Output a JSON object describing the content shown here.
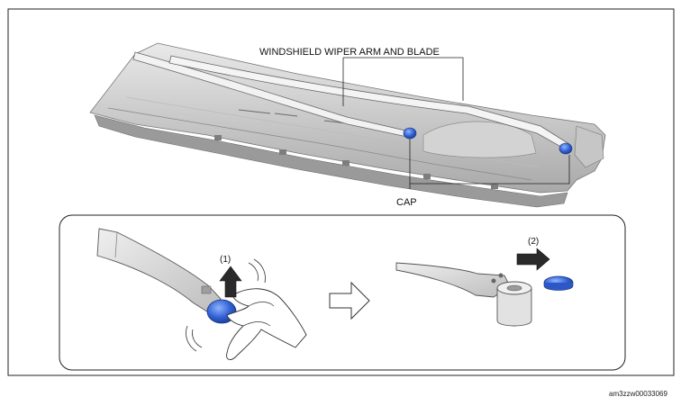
{
  "labels": {
    "wiper": "WINDSHIELD WIPER ARM AND BLADE",
    "cap": "CAP",
    "step1": "(1)",
    "step2": "(2)"
  },
  "figure_code": "am3zzw00033069",
  "colors": {
    "cap_blue": "#2f5fd0",
    "metal": "#d6d6d6",
    "outline": "#333333"
  }
}
